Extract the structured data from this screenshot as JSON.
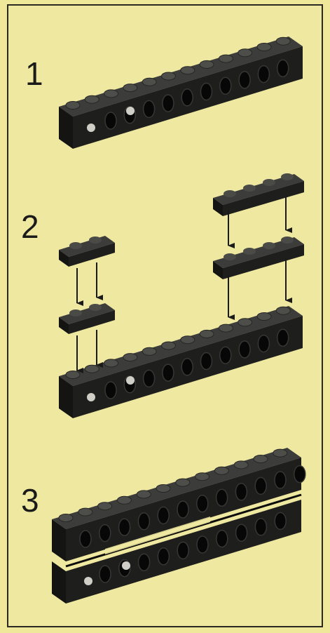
{
  "steps": [
    {
      "number": "1"
    },
    {
      "number": "2"
    },
    {
      "number": "3"
    }
  ],
  "colors": {
    "background": "#efe8a0",
    "brick_top": "#3c3c3a",
    "brick_front": "#1e1e1d",
    "brick_side": "#141413",
    "arrow": "#1a1a1a"
  },
  "parts": {
    "step1": [
      {
        "name": "technic-beam-12",
        "count": 1
      }
    ],
    "step2": [
      {
        "name": "technic-beam-12",
        "count": 1
      },
      {
        "name": "plate-1x2",
        "count": 2
      },
      {
        "name": "plate-1x4",
        "count": 2
      }
    ],
    "step3": [
      {
        "name": "technic-beam-12",
        "count": 2
      }
    ]
  }
}
